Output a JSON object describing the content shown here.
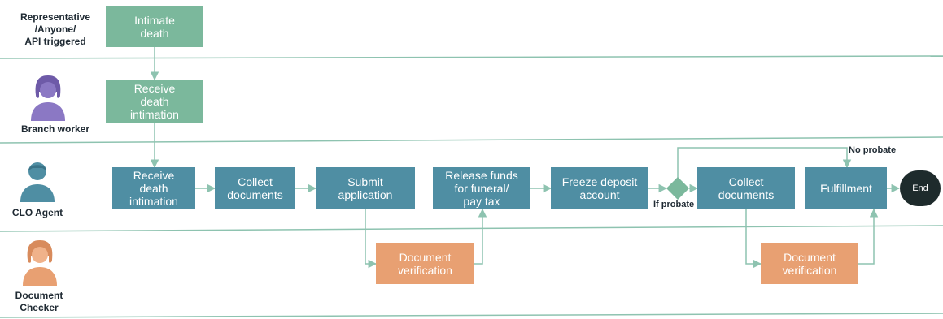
{
  "lanes": [
    {
      "label": "Representative\n/Anyone/\nAPI triggered"
    },
    {
      "label": "Branch worker"
    },
    {
      "label": "CLO Agent"
    },
    {
      "label": "Document\nChecker"
    }
  ],
  "nodes": {
    "intimate": "Intimate\ndeath",
    "receive_branch": "Receive\ndeath\nintimation",
    "receive_clo": "Receive\ndeath\nintimation",
    "collect1": "Collect\ndocuments",
    "submit": "Submit\napplication",
    "release": "Release funds\nfor funeral/\npay tax",
    "freeze": "Freeze deposit\naccount",
    "collect2": "Collect\ndocuments",
    "fulfillment": "Fulfillment",
    "end": "End",
    "verify1": "Document\nverification",
    "verify2": "Document\nverification"
  },
  "labels": {
    "if_probate": "If probate",
    "no_probate": "No probate"
  },
  "colors": {
    "representative": "#7bb89c",
    "agent": "#4f8ea3",
    "checker": "#e8a072",
    "lane_line": "#8ec3b0",
    "end": "#1e2b2c",
    "avatar_branch": "#8b78c4",
    "avatar_agent": "#4f8ea3",
    "avatar_checker": "#e8a072"
  }
}
